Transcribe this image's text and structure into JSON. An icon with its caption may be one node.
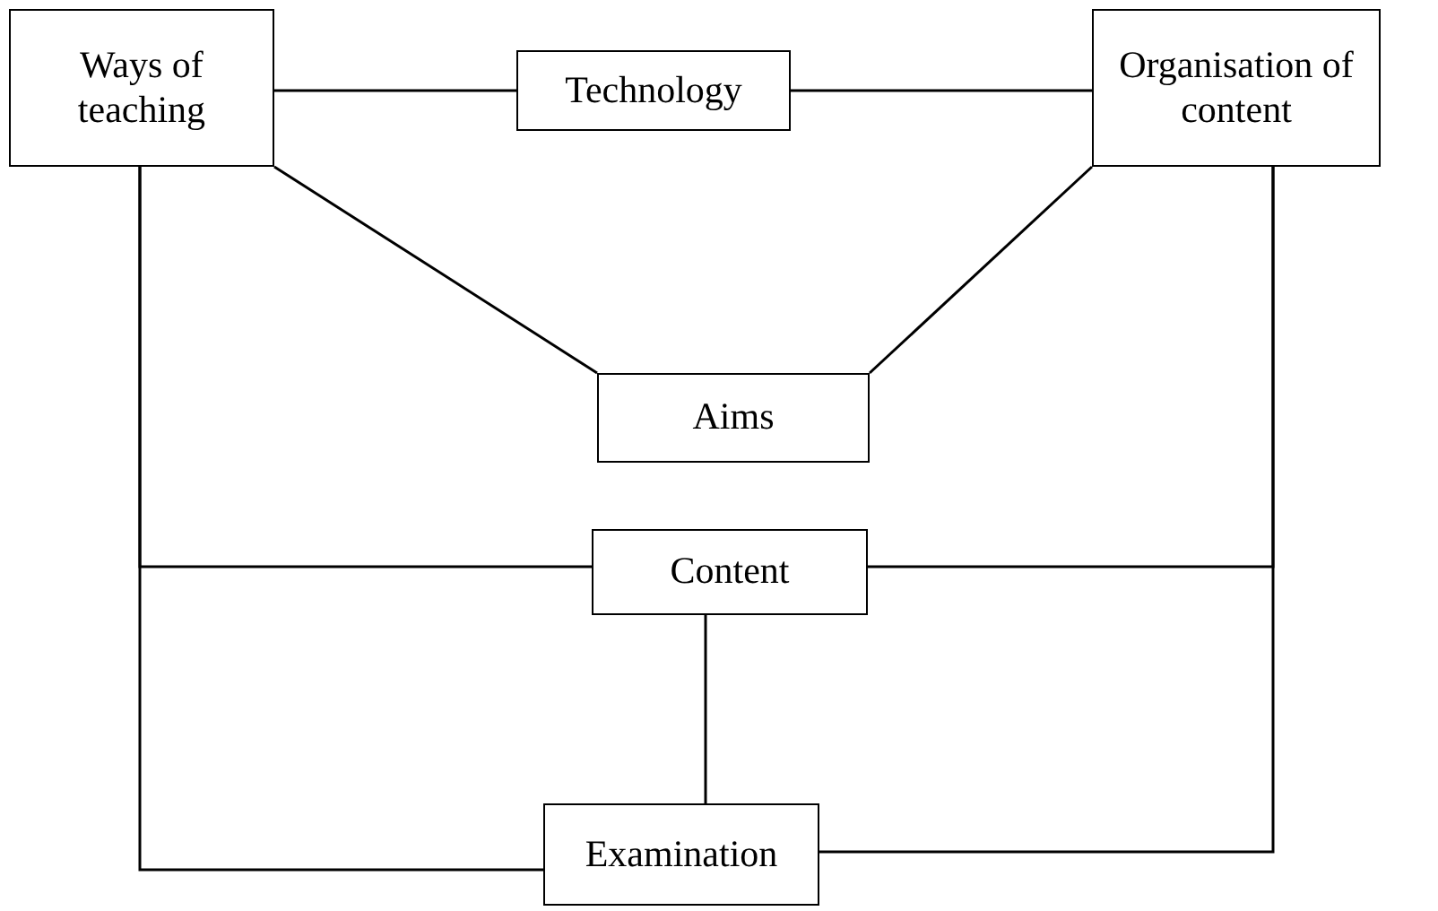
{
  "diagram": {
    "nodes": [
      {
        "text": [
          "Ways of teaching"
        ]
      },
      {
        "text": [
          "Technology"
        ]
      },
      {
        "text": [
          "Organisation of content"
        ]
      },
      {
        "text": [
          "Aims"
        ]
      },
      {
        "text": [
          "Content"
        ]
      },
      {
        "text": [
          "Examination"
        ]
      }
    ],
    "edges": [
      {
        "from": 0,
        "to": 1,
        "arrow": "none"
      },
      {
        "from": 1,
        "to": 2,
        "arrow": "none"
      },
      {
        "from": 0,
        "to": 3,
        "arrow": "none"
      },
      {
        "from": 2,
        "to": 3,
        "arrow": "none"
      },
      {
        "from": 0,
        "to": 4,
        "arrow": "none"
      },
      {
        "from": 0,
        "to": 5,
        "arrow": "none"
      },
      {
        "from": 2,
        "to": 4,
        "arrow": "none"
      },
      {
        "from": 2,
        "to": 5,
        "arrow": "none"
      },
      {
        "from": 4,
        "to": 5,
        "arrow": "none"
      }
    ]
  }
}
